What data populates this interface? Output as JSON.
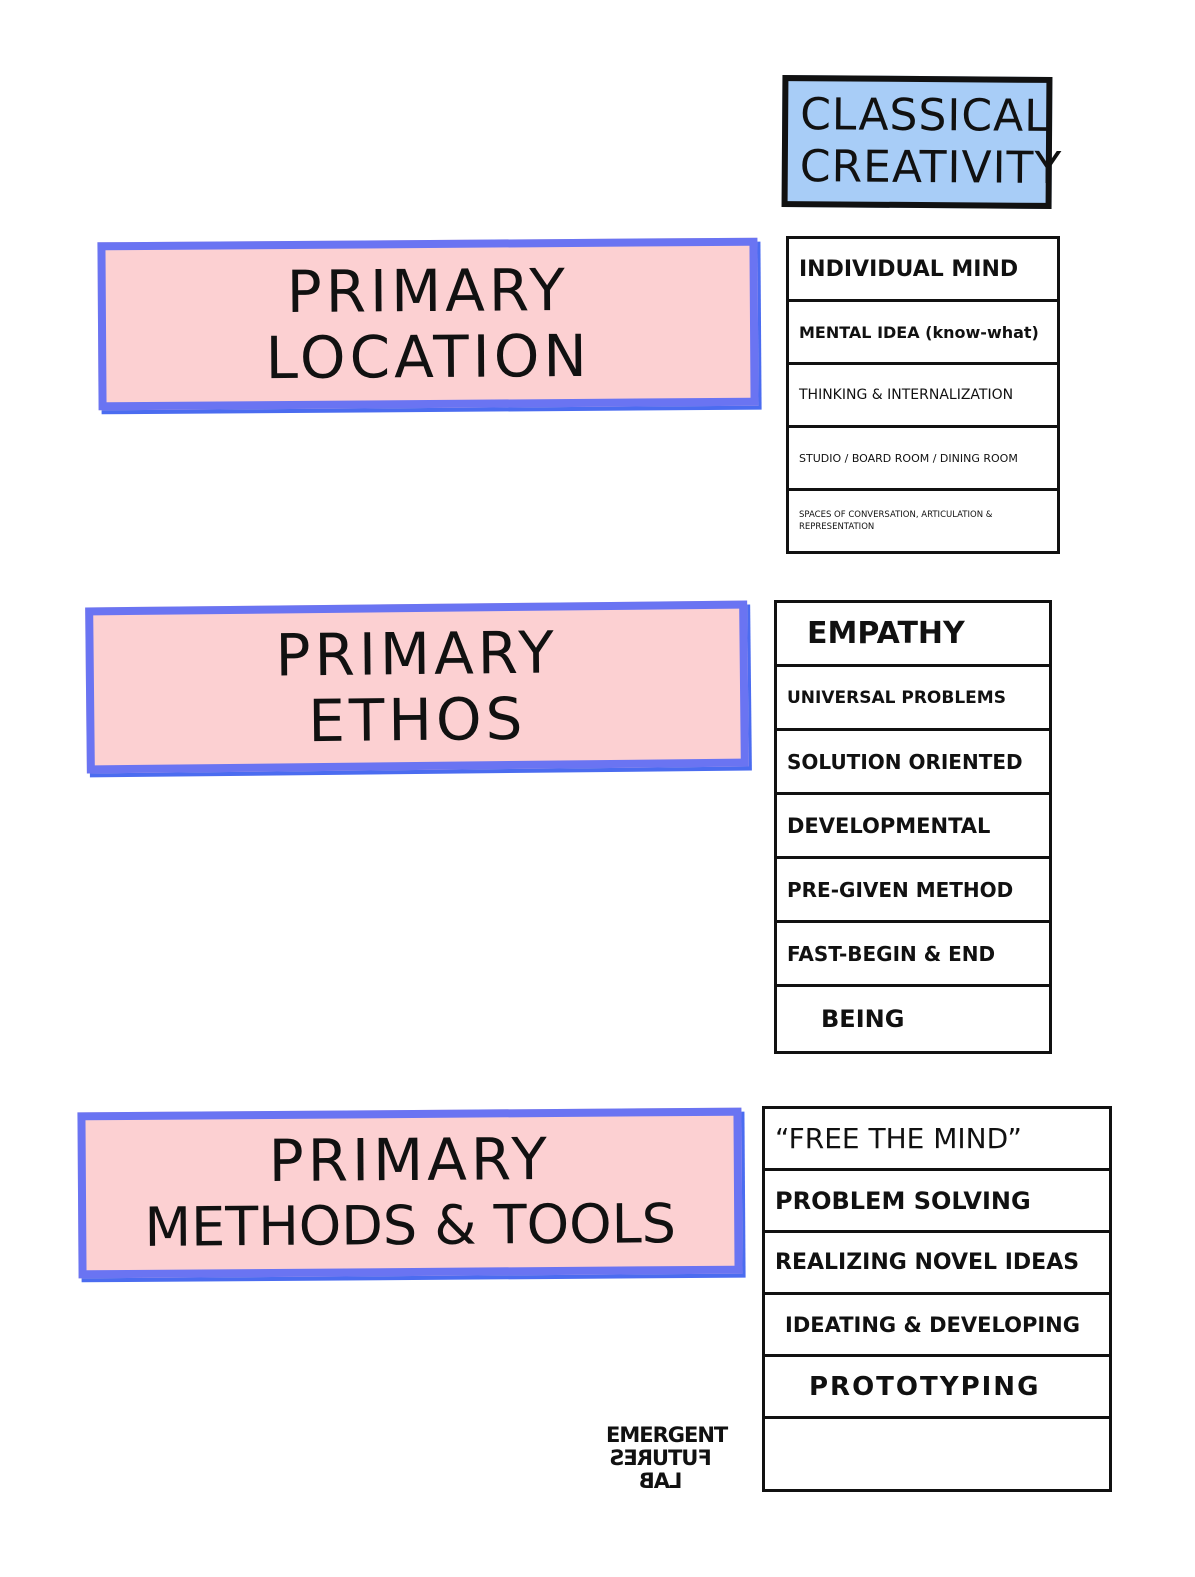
{
  "header": {
    "line1": "CLASSICAL",
    "line2": "CREATIVITY",
    "color": "#a8cdf7"
  },
  "sections": [
    {
      "title_line1": "PRIMARY",
      "title_line2": "LOCATION",
      "items": [
        "INDIVIDUAL MIND",
        "MENTAL IDEA (know-what)",
        "THINKING & INTERNALIZATION",
        "STUDIO / BOARD ROOM / DINING ROOM",
        "SPACES OF CONVERSATION, ARTICULATION & REPRESENTATION"
      ]
    },
    {
      "title_line1": "PRIMARY",
      "title_line2": "ETHOS",
      "items": [
        "EMPATHY",
        "UNIVERSAL PROBLEMS",
        "SOLUTION ORIENTED",
        "DEVELOPMENTAL",
        "PRE-GIVEN METHOD",
        "FAST-BEGIN & END",
        "BEING"
      ]
    },
    {
      "title_line1": "PRIMARY",
      "title_line2": "METHODS & TOOLS",
      "items": [
        "“FREE THE MIND”",
        "PROBLEM SOLVING",
        "REALIZING NOVEL IDEAS",
        "IDEATING & DEVELOPING",
        "PROTOTYPING",
        ""
      ]
    }
  ],
  "logo": {
    "line1": "EMERGENT",
    "line2": "FUTURES",
    "line3": "LAB"
  },
  "colors": {
    "category_fill": "#fcd0d2",
    "category_border": "#6a74f2"
  }
}
